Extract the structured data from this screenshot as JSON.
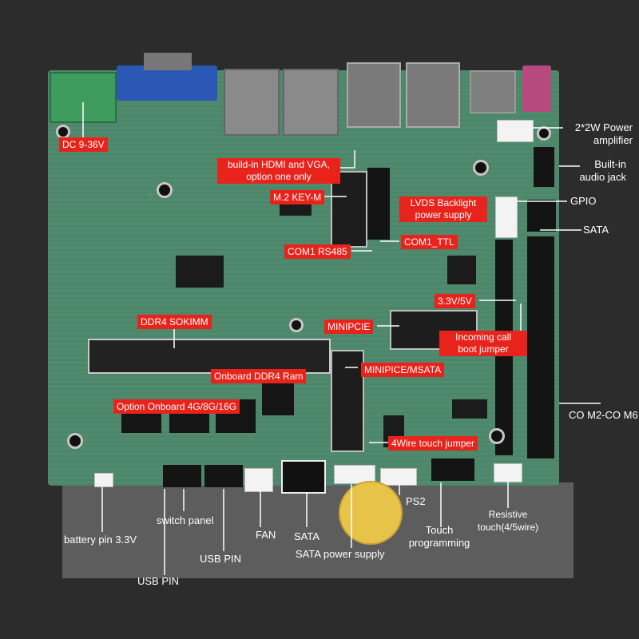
{
  "labels": {
    "dc": "DC 9-36V",
    "hdmi_vga": "build-in HDMI and VGA,\noption one only",
    "m2": "M.2 KEY-M",
    "lvds": "LVDS Backlight\npower supply",
    "com1_ttl": "COM1_TTL",
    "com1_rs485": "COM1 RS485",
    "v33_5": "3.3V/5V",
    "ddr4_sodimm": "DDR4 SOKIMM",
    "minipcie": "MINIPCIE",
    "incoming": "Incoming call\nboot jumper",
    "onboard_ram": "Onboard DDR4 Ram",
    "minipcie_msata": "MINIPICE/MSATA",
    "option_onboard": "Option Onboard 4G/8G/16G",
    "touch_jumper": "4Wire touch jumper",
    "power_amp": "2*2W Power\namplifier",
    "audio_jack": "Built-in\naudio jack",
    "gpio": "GPIO",
    "sata": "SATA",
    "com_m2_m6": "CO M2-CO M6",
    "battery": "battery pin 3.3V",
    "switch_panel": "switch panel",
    "fan": "FAN",
    "sata_bottom": "SATA",
    "usb_pin_1": "USB PIN",
    "usb_pin_2": "USB PIN",
    "sata_power": "SATA power supply",
    "ps2": "PS2",
    "touch_programming": "Touch\nprogramming",
    "resistive_touch": "Resistive\ntouch(4/5wire)"
  },
  "colors": {
    "background": "#2c2c2c",
    "board_green": "#4f8a6d",
    "label_red": "#e8231c",
    "label_text": "#ffffff",
    "leader_line": "#ffffff"
  }
}
